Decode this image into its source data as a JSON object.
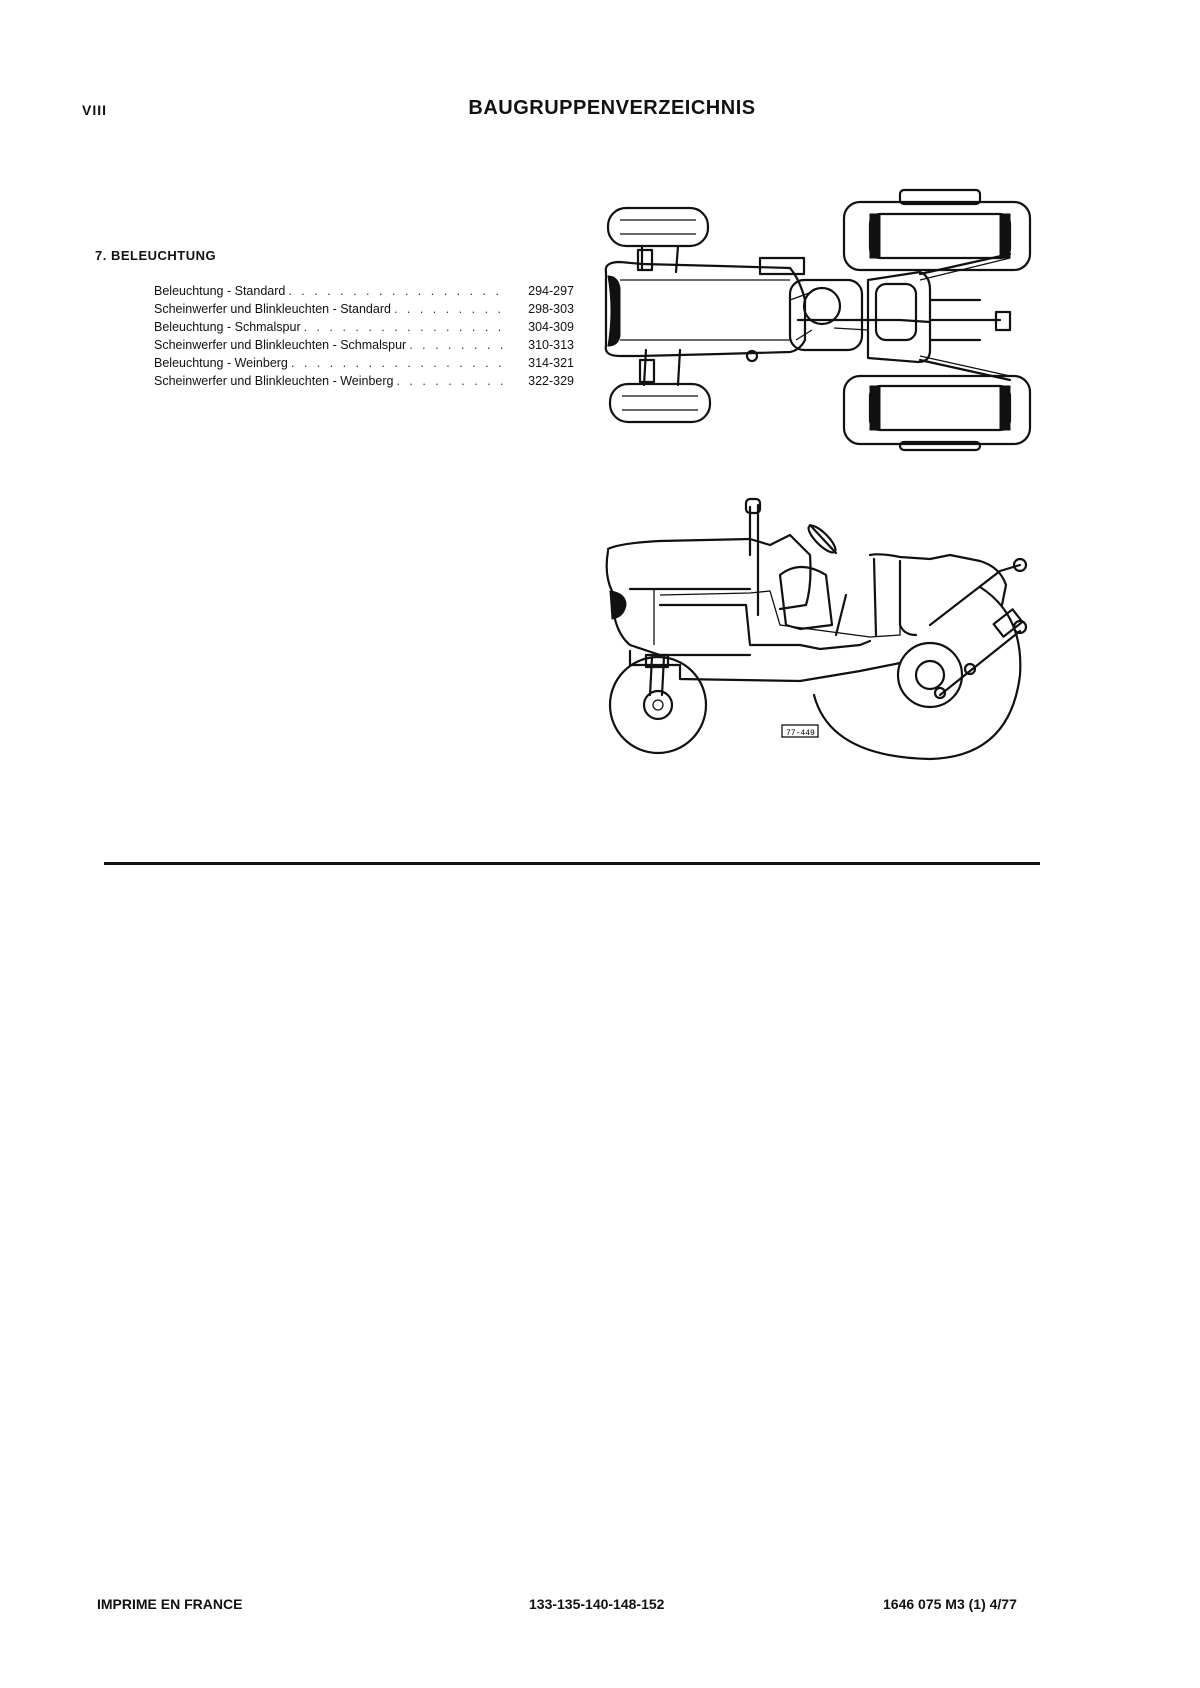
{
  "header": {
    "page_number": "VIII",
    "title": "BAUGRUPPENVERZEICHNIS"
  },
  "section": {
    "heading": "7. BELEUCHTUNG",
    "entries": [
      {
        "label": "Beleuchtung - Standard",
        "pages": "294-297"
      },
      {
        "label": "Scheinwerfer und Blinkleuchten - Standard",
        "pages": "298-303"
      },
      {
        "label": "Beleuchtung - Schmalspur",
        "pages": "304-309"
      },
      {
        "label": "Scheinwerfer und Blinkleuchten - Schmalspur",
        "pages": "310-313"
      },
      {
        "label": "Beleuchtung - Weinberg",
        "pages": "314-321"
      },
      {
        "label": "Scheinwerfer und Blinkleuchten - Weinberg",
        "pages": "322-329"
      }
    ]
  },
  "figures": {
    "top_view_icon": "tractor-top-view-wiring",
    "side_view_icon": "tractor-side-view-wiring",
    "side_view_label": "77-449"
  },
  "footer": {
    "left": "IMPRIME EN FRANCE",
    "center": "133-135-140-148-152",
    "right": "1646 075 M3 (1) 4/77"
  }
}
